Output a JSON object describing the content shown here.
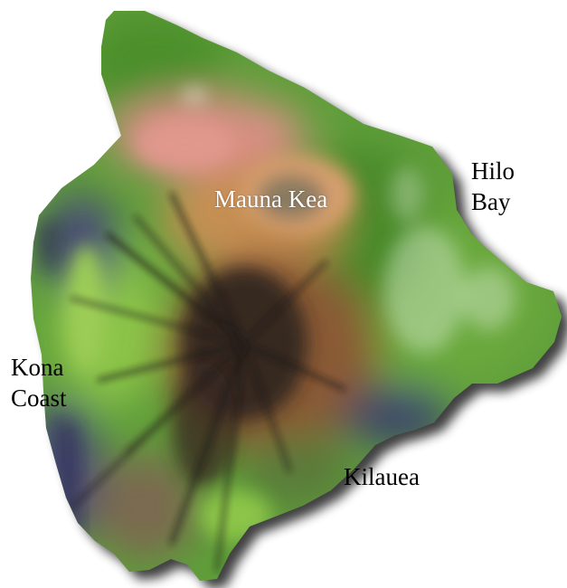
{
  "map": {
    "labels": {
      "hilo_line1": "Hilo",
      "hilo_line2": "Bay",
      "mauna_kea": "Mauna Kea",
      "kona_line1": "Kona",
      "kona_line2": "Coast",
      "kilauea": "Kilauea"
    },
    "colors": {
      "background": "#ffffff",
      "coast_shadow": "#000000",
      "vegetation_green": "#5f9e3a",
      "lush_green": "#4c8f2a",
      "bright_green": "#8cc44a",
      "lava_dark": "#2b2220",
      "summit_pink": "#d98f86",
      "ochre": "#c68f52",
      "lava_blue": "#4a4c78",
      "label_dark": "#000000",
      "label_light": "#ffffff"
    }
  }
}
